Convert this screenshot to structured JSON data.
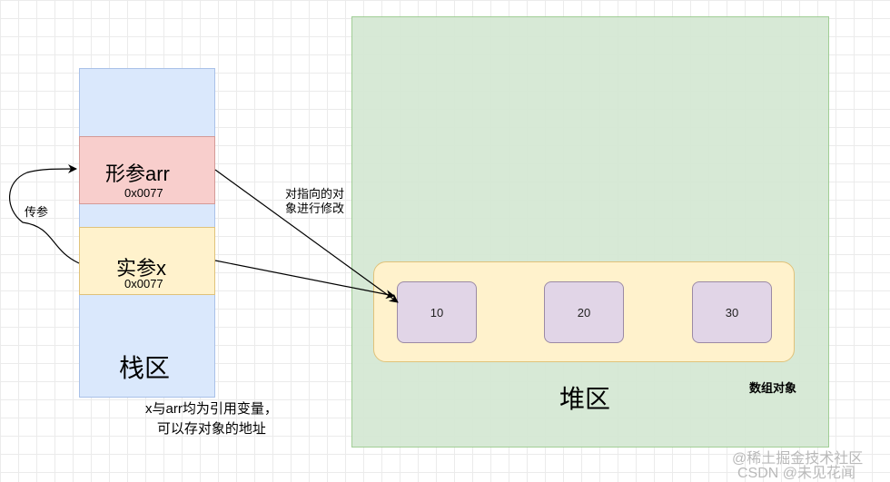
{
  "stack": {
    "label": "栈区",
    "param": {
      "name": "形参arr",
      "address": "0x0077"
    },
    "arg": {
      "name": "实参x",
      "address": "0x0077"
    }
  },
  "heap": {
    "label": "堆区",
    "array_label": "数组对象",
    "values": [
      "10",
      "20",
      "30"
    ]
  },
  "edges": {
    "pass_param": "传参",
    "modify_line1": "对指向的对",
    "modify_line2": "象进行修改"
  },
  "note": {
    "line1": "x与arr均为引用变量，",
    "line2": "可以存对象的地址"
  },
  "watermark": {
    "line1": "@稀土掘金技术社区",
    "line2": "CSDN @未见花闻"
  },
  "colors": {
    "stack_fill": "#dae8fc",
    "heap_fill": "#d5e8d4",
    "param_fill": "#f8cecc",
    "arg_fill": "#fff2cc",
    "cell_fill": "#e1d5e7"
  }
}
